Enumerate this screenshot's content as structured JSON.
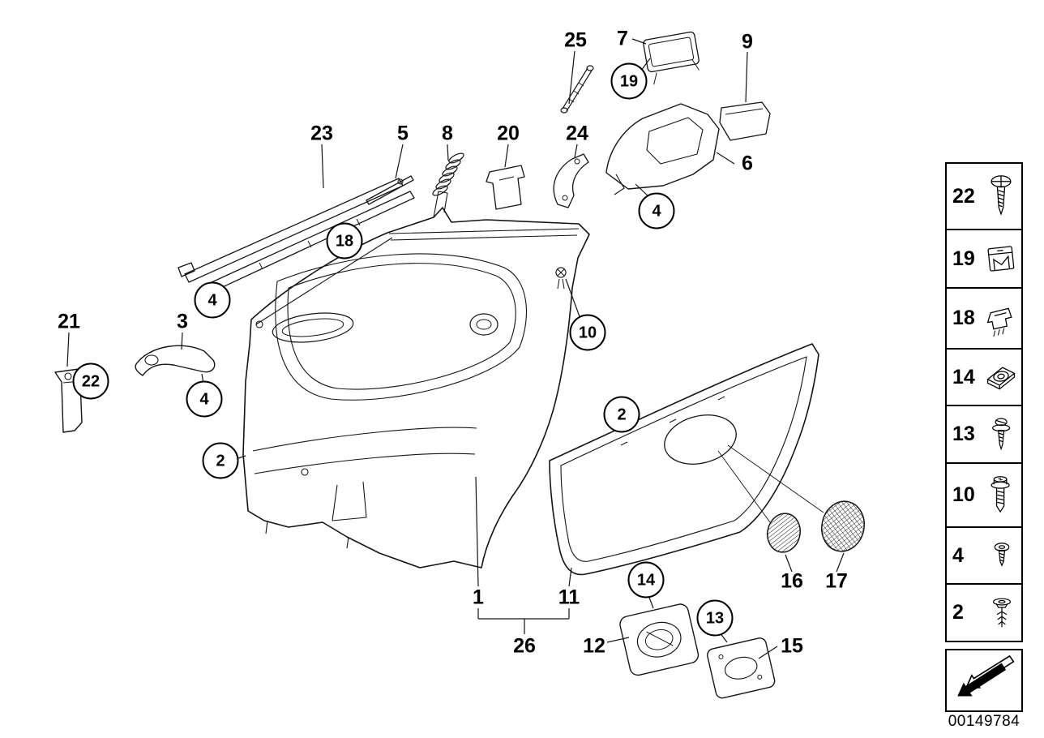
{
  "figure": {
    "image_id": "00149784"
  },
  "callouts": {
    "plain": [
      {
        "ref": "25"
      },
      {
        "ref": "7"
      },
      {
        "ref": "9"
      },
      {
        "ref": "23"
      },
      {
        "ref": "5"
      },
      {
        "ref": "8"
      },
      {
        "ref": "20"
      },
      {
        "ref": "24"
      },
      {
        "ref": "6"
      },
      {
        "ref": "21"
      },
      {
        "ref": "3"
      },
      {
        "ref": "1"
      },
      {
        "ref": "11"
      },
      {
        "ref": "26"
      },
      {
        "ref": "12"
      },
      {
        "ref": "15"
      },
      {
        "ref": "16"
      },
      {
        "ref": "17"
      }
    ],
    "circled": [
      {
        "ref": "19"
      },
      {
        "ref": "4"
      },
      {
        "ref": "18"
      },
      {
        "ref": "4"
      },
      {
        "ref": "22"
      },
      {
        "ref": "4"
      },
      {
        "ref": "2"
      },
      {
        "ref": "10"
      },
      {
        "ref": "2"
      },
      {
        "ref": "14"
      },
      {
        "ref": "13"
      }
    ]
  },
  "sidebar": {
    "items": [
      {
        "label": "22",
        "icon": "pan-head-screw"
      },
      {
        "label": "19",
        "icon": "spring-nut-clip"
      },
      {
        "label": "18",
        "icon": "retaining-clip"
      },
      {
        "label": "14",
        "icon": "sheet-metal-nut"
      },
      {
        "label": "13",
        "icon": "washer-screw"
      },
      {
        "label": "10",
        "icon": "flanged-screw"
      },
      {
        "label": "4",
        "icon": "small-screw"
      },
      {
        "label": "2",
        "icon": "expansion-rivet"
      }
    ],
    "arrow": {
      "icon": "direction-arrow"
    }
  }
}
